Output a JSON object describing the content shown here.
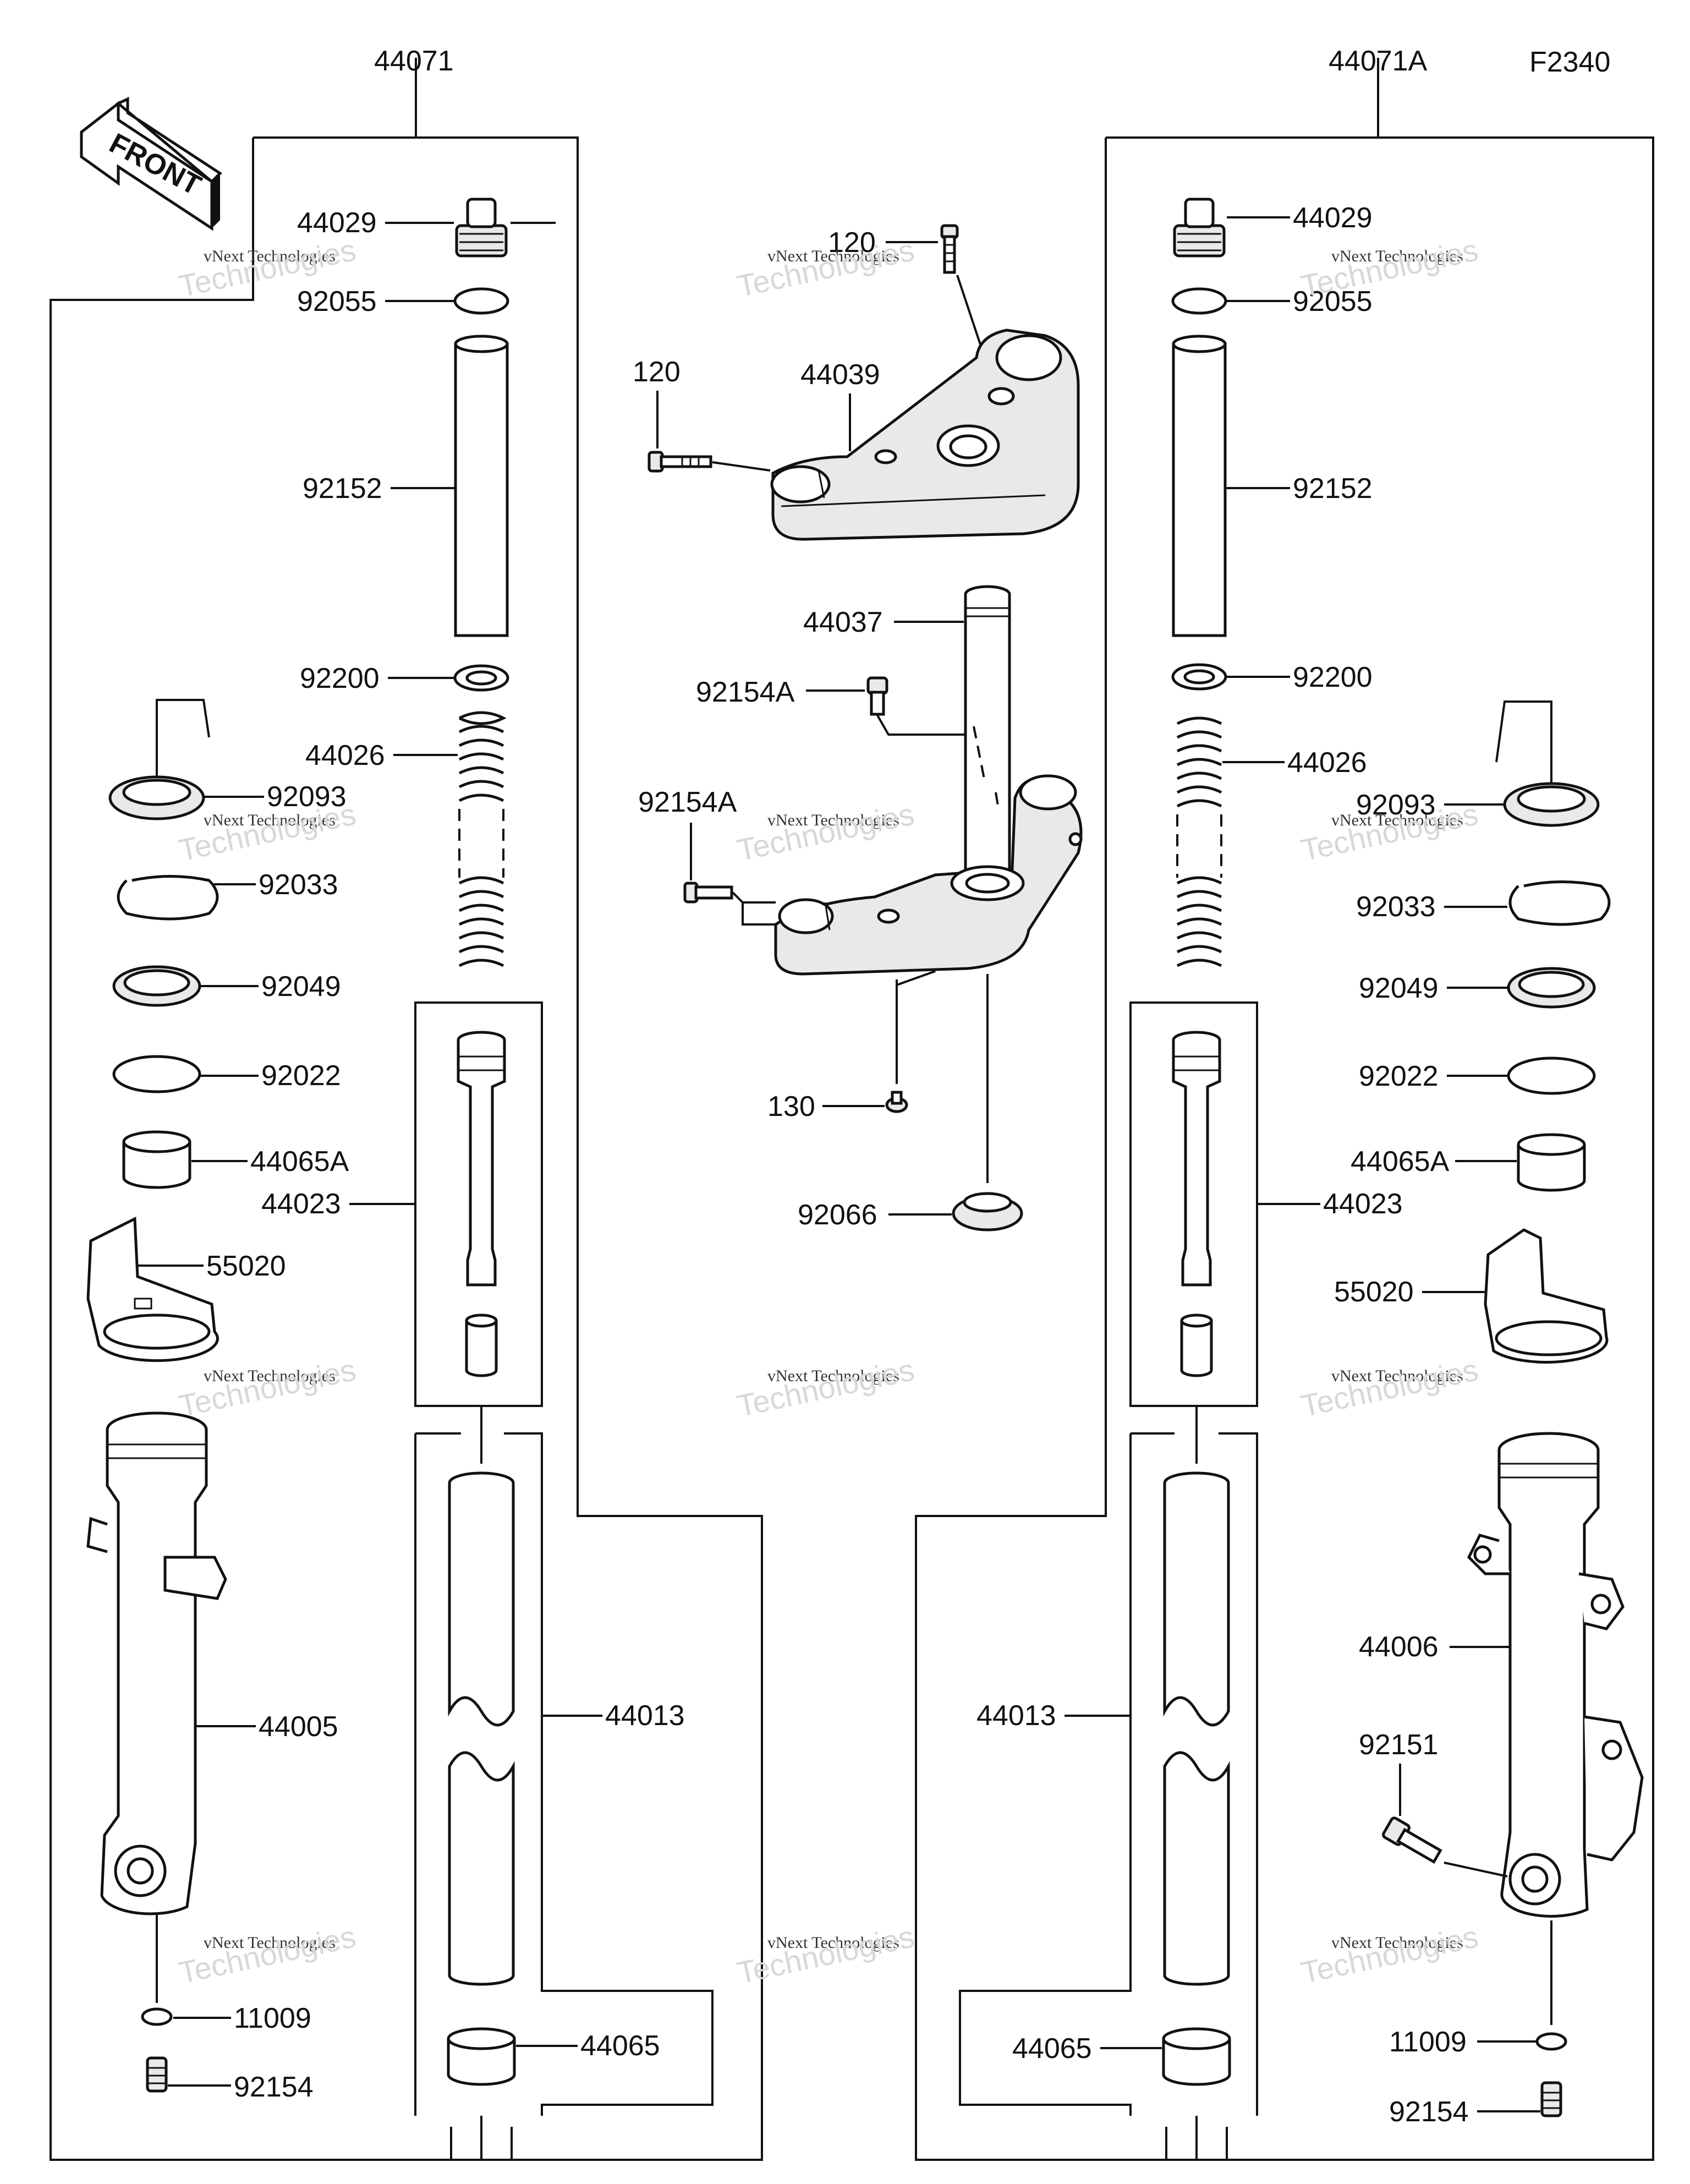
{
  "figure_code": "F2340",
  "front_label": "FRONT",
  "assemblies": {
    "left": "44071",
    "right": "44071A"
  },
  "watermark": {
    "line1": "vNext Technologies",
    "line2": "vNext",
    "line3": "Technologies"
  },
  "labels": {
    "l_44029": "44029",
    "l_92055": "92055",
    "l_92152": "92152",
    "l_92200": "92200",
    "l_44026": "44026",
    "l_92093": "92093",
    "l_92033": "92033",
    "l_92049": "92049",
    "l_92022": "92022",
    "l_44065A": "44065A",
    "l_44023": "44023",
    "l_55020": "55020",
    "l_44005": "44005",
    "l_44013": "44013",
    "l_44065": "44065",
    "l_11009": "11009",
    "l_92154": "92154",
    "c_120_top": "120",
    "c_120": "120",
    "c_44039": "44039",
    "c_44037": "44037",
    "c_92154A_a": "92154A",
    "c_92154A_b": "92154A",
    "c_130": "130",
    "c_92066": "92066",
    "r_44029": "44029",
    "r_92055": "92055",
    "r_92152": "92152",
    "r_92200": "92200",
    "r_44026": "44026",
    "r_92093": "92093",
    "r_92033": "92033",
    "r_92049": "92049",
    "r_92022": "92022",
    "r_44065A": "44065A",
    "r_44023": "44023",
    "r_55020": "55020",
    "r_44006": "44006",
    "r_92151": "92151",
    "r_44013": "44013",
    "r_44065": "44065",
    "r_11009": "11009",
    "r_92154": "92154"
  }
}
